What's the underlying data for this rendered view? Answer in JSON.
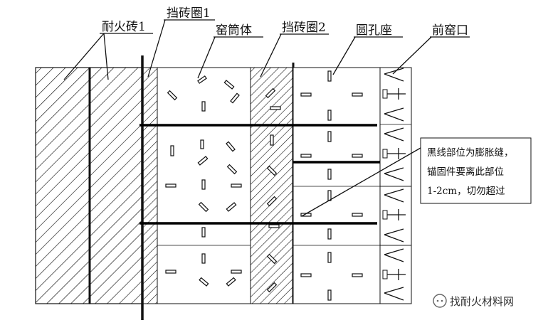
{
  "labels": {
    "refractory_brick_1": "耐火砖1",
    "retaining_ring_1": "挡砖圈1",
    "kiln_shell": "窑筒体",
    "retaining_ring_2": "挡砖圈2",
    "round_hole_seat": "圆孔座",
    "front_kiln_mouth": "前窑口"
  },
  "note": {
    "line1": "黑线部位为膨胀缝，",
    "line2": "锚固件要离此部位",
    "line3": "1-2cm，切勿超过"
  },
  "watermark": "找耐火材料网"
}
